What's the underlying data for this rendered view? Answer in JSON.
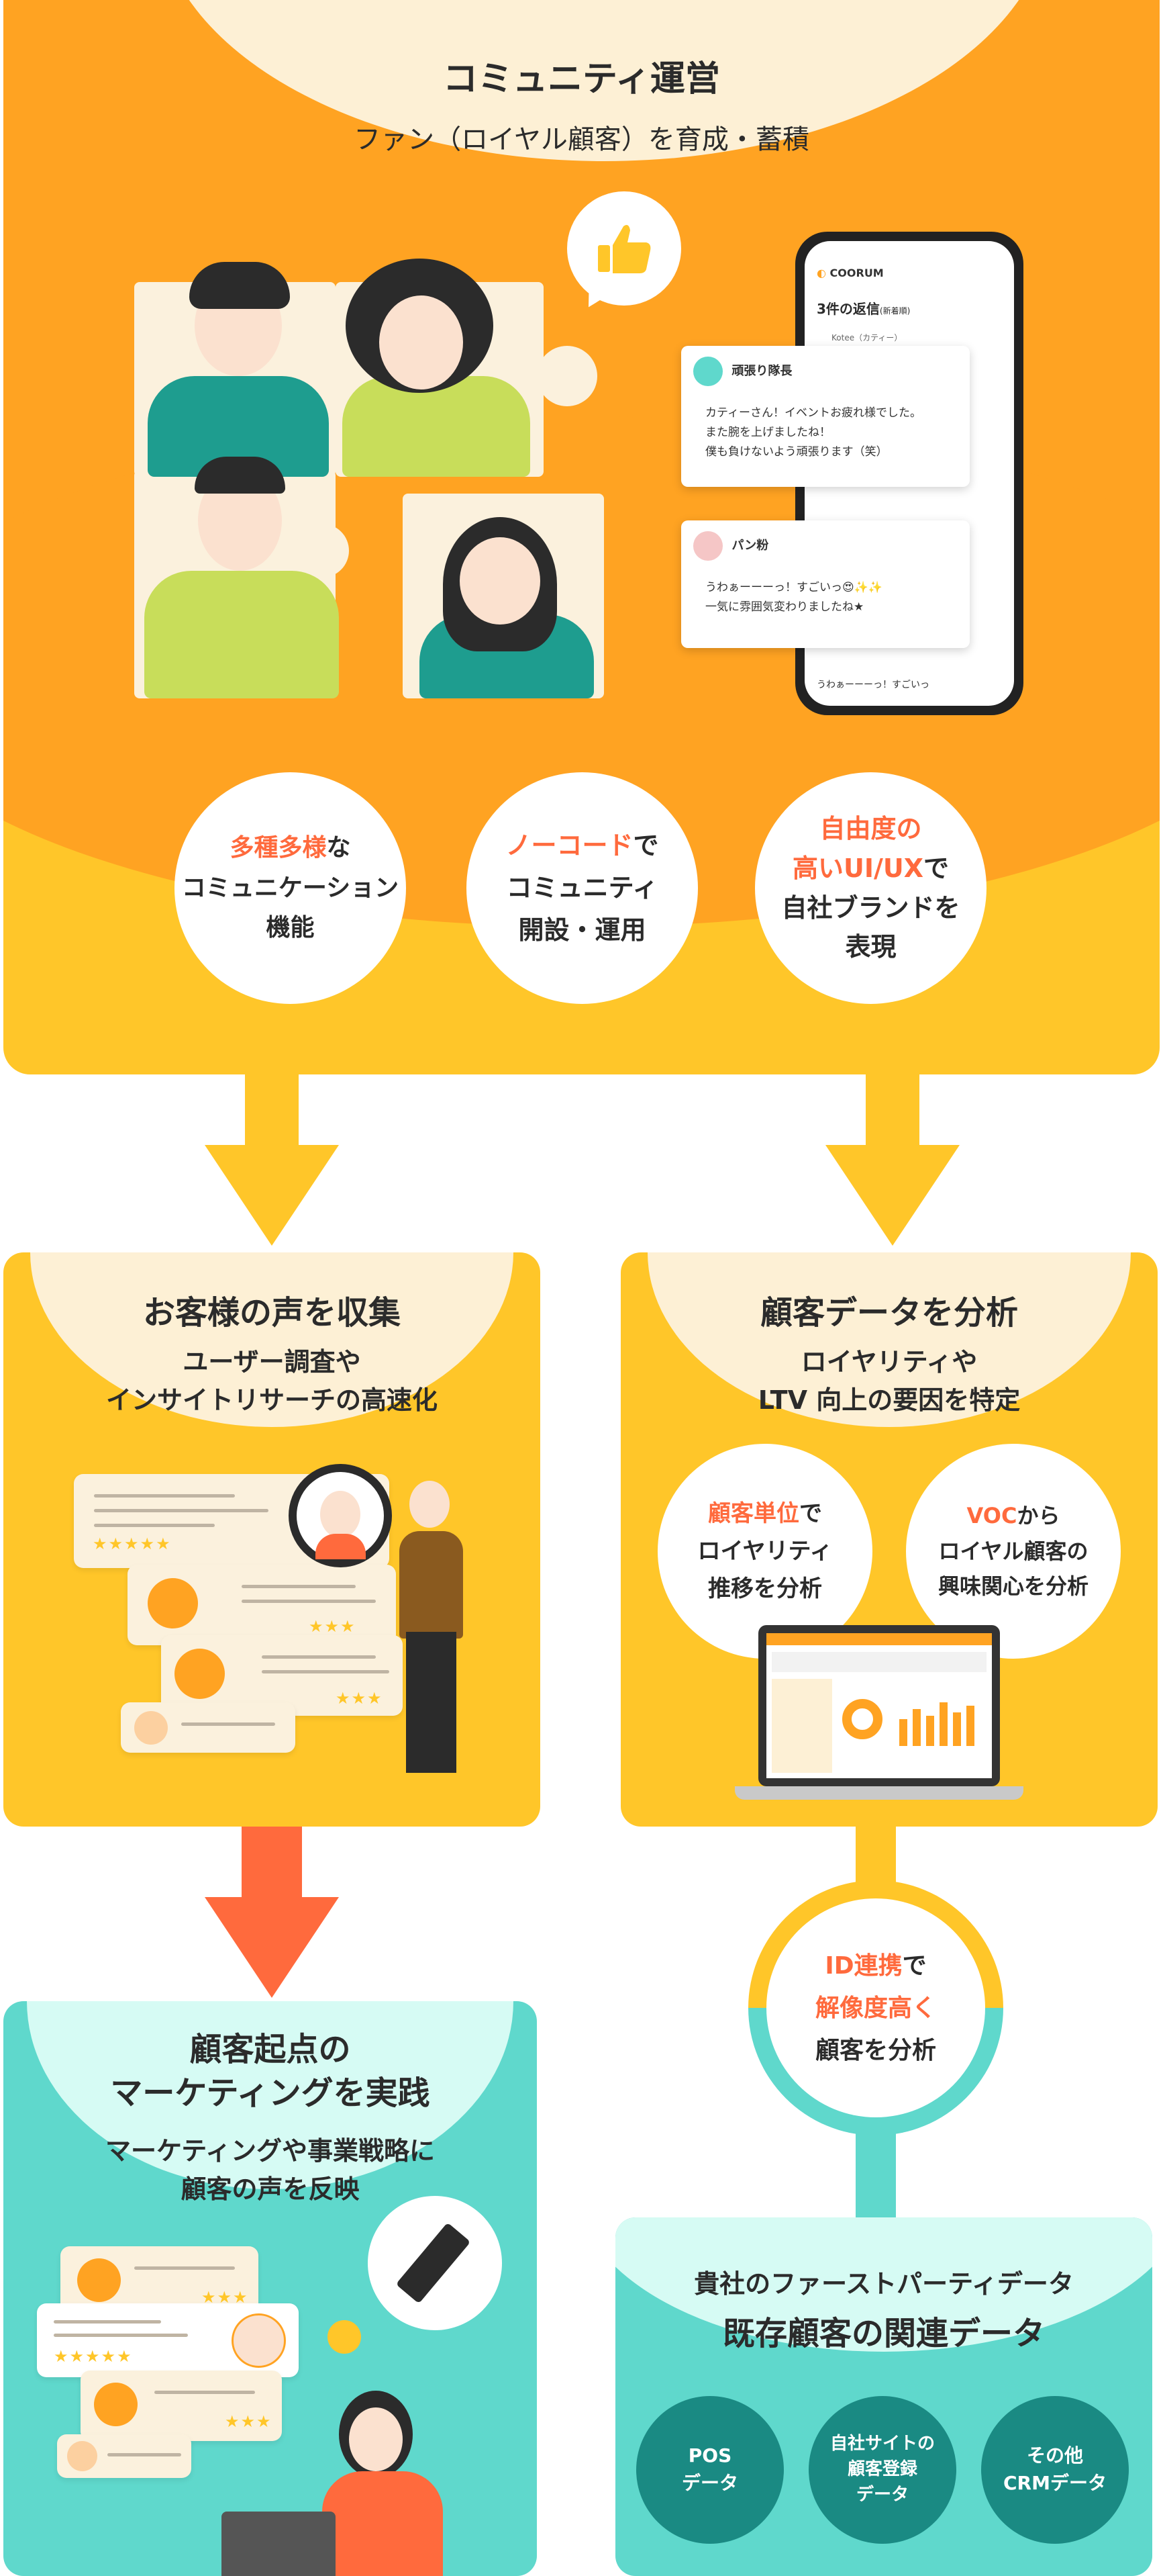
{
  "community": {
    "title": "コミュニティ運営",
    "subtitle": "ファン（ロイヤル顧客）を育成・蓄積",
    "features": [
      {
        "hl": "多種多様",
        "rest": "な",
        "line2": "コミュニケーション",
        "line3": "機能"
      },
      {
        "hl": "ノーコード",
        "rest": "で",
        "line2": "コミュニティ",
        "line3": "開設・運用"
      },
      {
        "hl1": "自由度の",
        "hl2": "高いUI/UX",
        "rest": "で",
        "line3": "自社ブランドを",
        "line4": "表現"
      }
    ]
  },
  "phone": {
    "logo": "COORUM",
    "header": "3件の返信",
    "header_small": "(新着順)",
    "reply_user": "Kotee（カティー）",
    "bottom_text": "うわぁーーーっ！すごいっ",
    "comments": [
      {
        "name": "頑張り隊長",
        "lines": [
          "カティーさん！イベントお疲れ様でした。",
          "また腕を上げましたね！",
          "僕も負けないよう頑張ります（笑）"
        ]
      },
      {
        "name": "パン粉",
        "lines": [
          "うわぁーーーっ！すごいっ😍✨✨",
          "一気に雰囲気変わりましたね★"
        ]
      }
    ]
  },
  "voice": {
    "title": "お客様の声を収集",
    "line1": "ユーザー調査や",
    "line2": "インサイトリサーチの高速化"
  },
  "analysis": {
    "title": "顧客データを分析",
    "line1": "ロイヤリティや",
    "line2": "LTV 向上の要因を特定",
    "circle1": {
      "hl": "顧客単位",
      "rest": "で",
      "line2": "ロイヤリティ",
      "line3": "推移を分析"
    },
    "circle2": {
      "hl": "VOC",
      "rest": "から",
      "line2": "ロイヤル顧客の",
      "line3": "興味関心を分析"
    }
  },
  "idlink": {
    "hl1": "ID連携",
    "rest": "で",
    "hl2": "解像度高く",
    "line3": "顧客を分析"
  },
  "marketing": {
    "title1": "顧客起点の",
    "title2": "マーケティングを実践",
    "line1": "マーケティングや事業戦略に",
    "line2": "顧客の声を反映"
  },
  "firstparty": {
    "line1": "貴社のファーストパーティデータ",
    "line2": "既存顧客の関連データ",
    "circles": [
      {
        "l1": "POS",
        "l2": "データ"
      },
      {
        "l1": "自社サイトの",
        "l2": "顧客登録",
        "l3": "データ"
      },
      {
        "l1": "その他",
        "l2": "CRMデータ"
      }
    ]
  },
  "colors": {
    "orange": "#ffa322",
    "yellow": "#ffc629",
    "cream": "#fdf0d5",
    "coral": "#ff6a3d",
    "teal": "#5fd8cc",
    "teal_dark": "#1a8a83",
    "mint": "#d6fbf4"
  },
  "stars": "★★★★★",
  "stars3": "★★★"
}
